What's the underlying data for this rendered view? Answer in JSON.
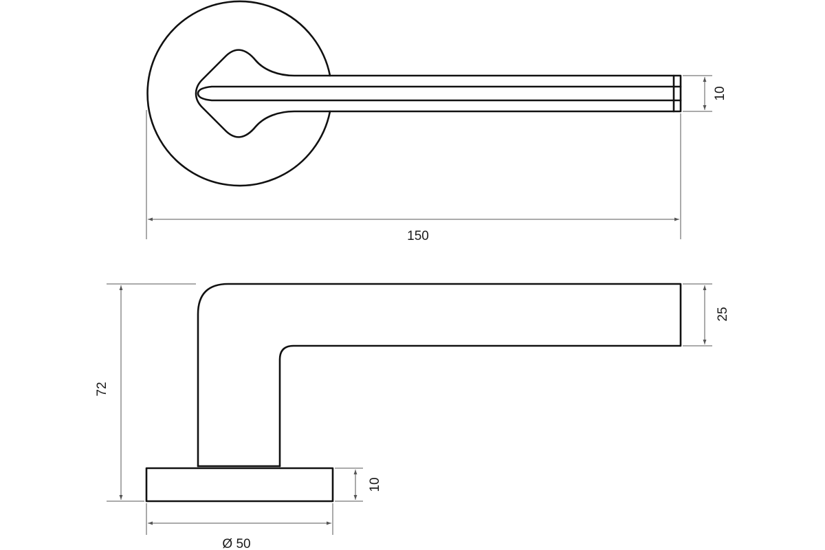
{
  "drawing": {
    "colors": {
      "line": "#111111",
      "dimension": "#555555",
      "background": "#ffffff"
    },
    "top_view": {
      "dimensions": {
        "length": "150",
        "handle_thickness": "10"
      }
    },
    "side_view": {
      "dimensions": {
        "height": "72",
        "lever_thickness": "25",
        "rose_thickness": "10",
        "rose_diameter": "Ø 50"
      }
    }
  }
}
